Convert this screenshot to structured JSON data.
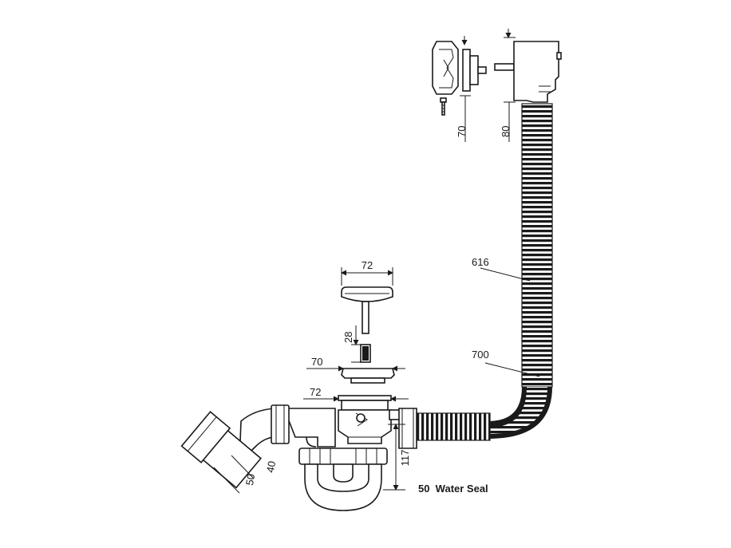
{
  "dimensions": {
    "cap_height": "70",
    "body_height": "80",
    "hose_label": "616",
    "hose_length": "700",
    "plug_width": "72",
    "stem_length": "28",
    "grate_width": "70",
    "waste_width": "72",
    "pipe_diameter_inner": "40",
    "pipe_diameter_outer": "50",
    "trap_height": "117"
  },
  "notes": {
    "water_seal": "50  Water Seal"
  },
  "colors": {
    "line": "#1a1a1a",
    "background": "#ffffff"
  }
}
